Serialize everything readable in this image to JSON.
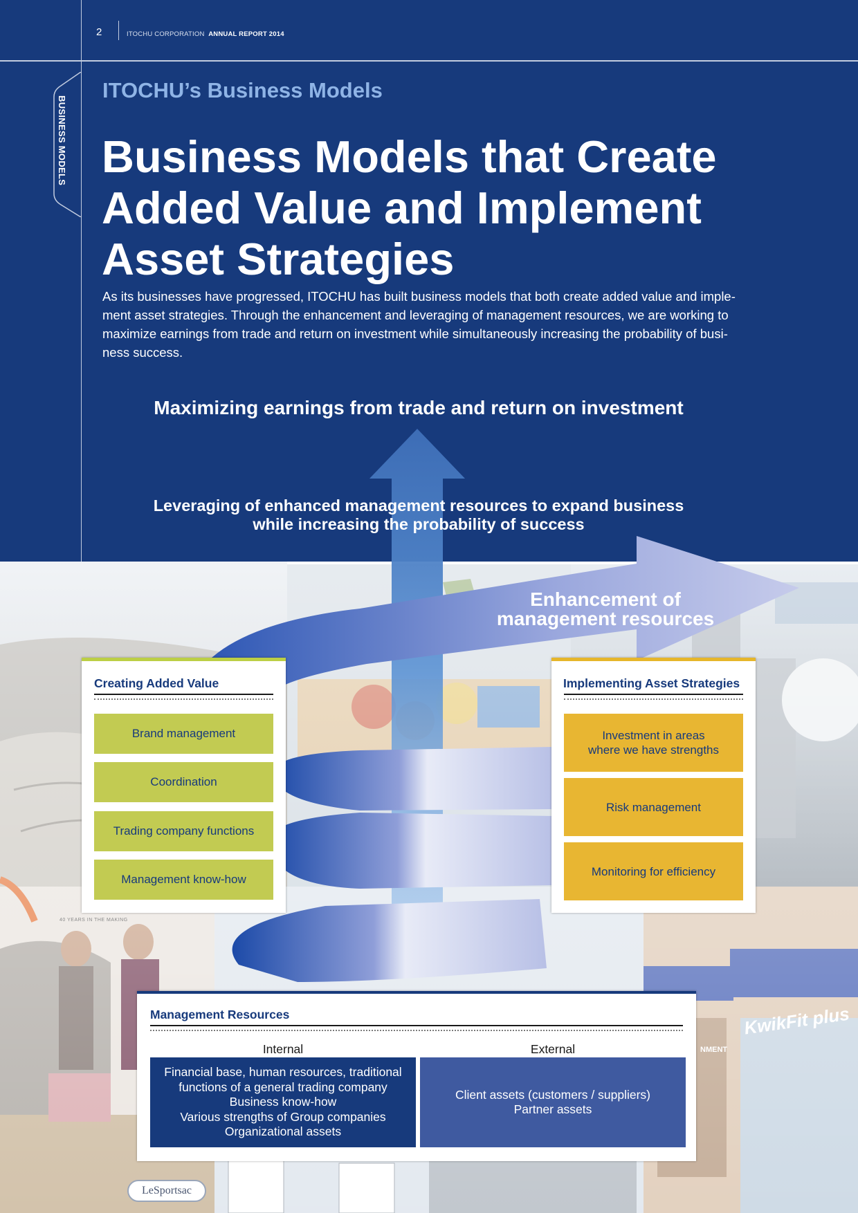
{
  "header": {
    "page_number": "2",
    "company": "ITOCHU CORPORATION",
    "report": "ANNUAL REPORT 2014"
  },
  "side_tab": {
    "label": "BUSINESS MODELS"
  },
  "section": {
    "eyebrow": "ITOCHU’s Business Models",
    "title_lines": [
      "Business Models that Create",
      "Added Value and Implement",
      "Asset Strategies"
    ],
    "intro_lines": [
      "As its businesses have progressed, ITOCHU has built business models that both create added value and imple-",
      "ment asset strategies. Through the enhancement and leveraging of management resources, we are working to",
      "maximize earnings from trade and return on investment while simultaneously increasing the probability of busi-",
      "ness success."
    ]
  },
  "diagram": {
    "top_goal": "Maximizing earnings from trade and return on investment",
    "leverage_lines": [
      "Leveraging of enhanced management resources to expand business",
      "while increasing the probability of success"
    ],
    "enhancement_lines": [
      "Enhancement of",
      "management resources"
    ],
    "creating_added_value": {
      "title": "Creating Added Value",
      "items": [
        "Brand management",
        "Coordination",
        "Trading company functions",
        "Management know-how"
      ]
    },
    "implementing_asset_strategies": {
      "title": "Implementing Asset Strategies",
      "items": [
        [
          "Investment in areas",
          "where we have strengths"
        ],
        [
          "Risk management"
        ],
        [
          "Monitoring for efficiency"
        ]
      ]
    },
    "management_resources": {
      "title": "Management Resources",
      "internal_heading": "Internal",
      "external_heading": "External",
      "internal_lines": [
        "Financial base, human resources, traditional",
        "functions of a general trading company",
        "Business know-how",
        "Various strengths of Group companies",
        "Organizational assets"
      ],
      "external_lines": [
        "Client assets (customers / suppliers)",
        "Partner assets"
      ]
    }
  },
  "photo_text": {
    "years_caption": "40 YEARS IN THE MAKING",
    "logo_lesportsac": "LeSportsac",
    "kwikfit": "KwikFit plus",
    "shop_sign": "NMENT"
  },
  "colors": {
    "navy": "#173a7c",
    "light_blue_heading": "#8fb4e6",
    "green_box": "#c2cb52",
    "yellow_box": "#e8b632",
    "external_box": "#3f5aa0"
  }
}
